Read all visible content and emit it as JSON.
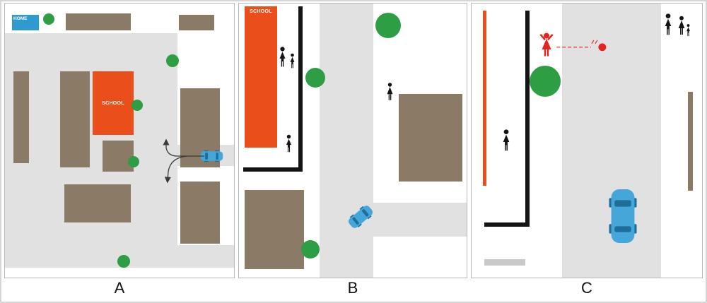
{
  "panels": [
    {
      "label": "A",
      "home": {
        "label": "HOME"
      },
      "school": {
        "label": "SCHOOL"
      }
    },
    {
      "label": "B",
      "school": {
        "label": "SCHOOL"
      }
    },
    {
      "label": "C"
    }
  ],
  "colors": {
    "road": "#e1e1e1",
    "building": "#8a7a66",
    "school": "#e94e1b",
    "tree": "#2e9e44",
    "car": "#45a7d9",
    "car_detail": "#1f6e99",
    "home": "#2f9ad0",
    "alert": "#e52421",
    "fence": "#141414",
    "route": "#3a3a3a"
  },
  "icons": {
    "tree": "green circle",
    "pedestrian": "black person silhouette",
    "woman": "black woman silhouette",
    "family": "man, woman and child silhouettes",
    "child_chasing_ball": "red child with raised arms chasing red ball",
    "car": "blue car top view",
    "route_arrows": "branching route with up and down arrows"
  }
}
